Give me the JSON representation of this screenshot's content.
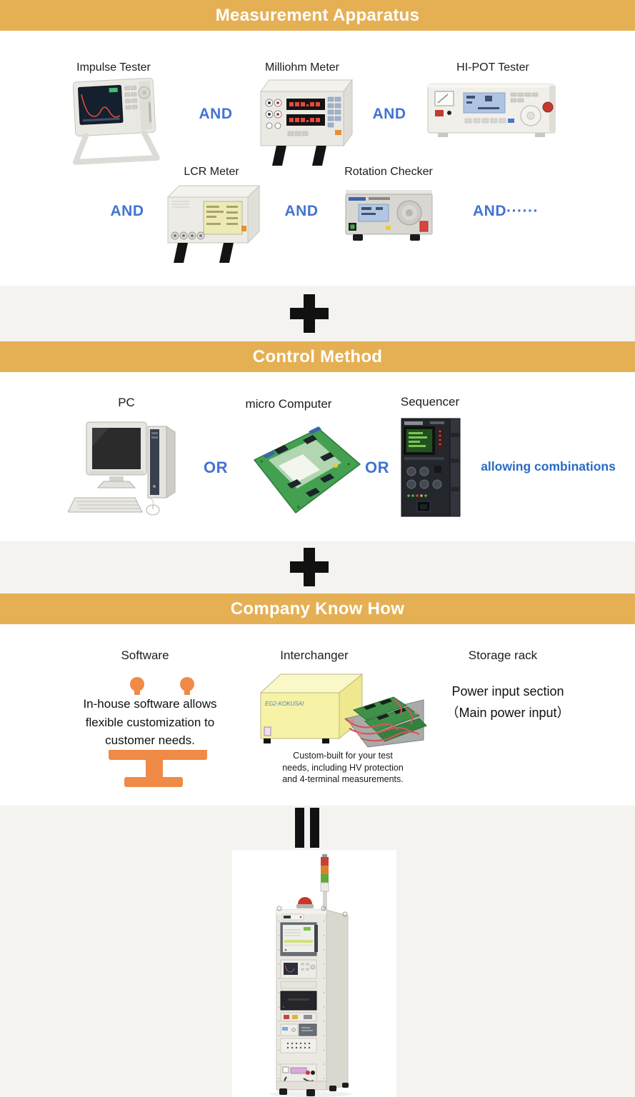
{
  "colors": {
    "banner_gold": "#E5B054",
    "operator_blue": "#4273D2",
    "note_blue": "#2B6BC4",
    "icon_orange": "#F08A47",
    "band_gray": "#F4F3F0"
  },
  "banners": {
    "measurement": "Measurement Apparatus",
    "control": "Control Method",
    "knowhow": "Company Know How"
  },
  "operators": {
    "and": "AND",
    "and_more": "AND······",
    "or": "OR"
  },
  "measurement": {
    "row1": [
      {
        "label": "Impulse Tester",
        "image": "impulse-tester"
      },
      {
        "label": "Milliohm Meter",
        "image": "milliohm-meter"
      },
      {
        "label": "HI-POT Tester",
        "image": "hipot-tester"
      }
    ],
    "row2": [
      {
        "label": "LCR Meter",
        "image": "lcr-meter"
      },
      {
        "label": "Rotation Checker",
        "image": "rotation-checker"
      }
    ]
  },
  "control": {
    "items": [
      {
        "label": "PC",
        "image": "pc"
      },
      {
        "label": "micro Computer",
        "image": "micro-computer"
      },
      {
        "label": "Sequencer",
        "image": "sequencer"
      }
    ],
    "note": "allowing combinations"
  },
  "knowhow": {
    "software": {
      "title": "Software",
      "description": "In-house software allows flexible customization to customer needs."
    },
    "interchanger": {
      "title": "Interchanger",
      "box_label": "EG2-KOKUSAI",
      "caption": "Custom-built for your test needs, including HV protection and 4-terminal measurements."
    },
    "storage": {
      "title": "Storage rack",
      "line1": "Power input section",
      "line2": "（Main power input）"
    }
  }
}
